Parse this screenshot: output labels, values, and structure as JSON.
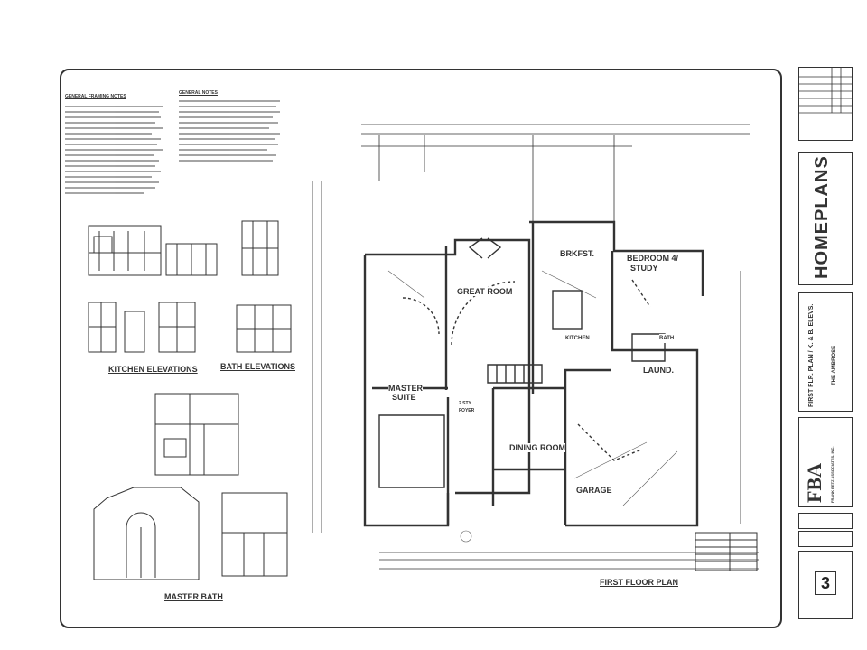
{
  "notes": {
    "framing_title": "GENERAL FRAMING NOTES",
    "general_title": "GENERAL NOTES"
  },
  "sheet_labels": {
    "kitchen_elevations": "KITCHEN ELEVATIONS",
    "bath_elevations": "BATH ELEVATIONS",
    "master_bath": "MASTER BATH",
    "first_floor_plan": "FIRST FLOOR PLAN"
  },
  "rooms": {
    "great_room": "GREAT ROOM",
    "brkfst": "BRKFST.",
    "bedroom_line1": "BEDROOM 4/",
    "bedroom_line2": "STUDY",
    "master_line1": "MASTER",
    "master_line2": "SUITE",
    "dining": "DINING ROOM",
    "garage": "GARAGE",
    "laund": "LAUND.",
    "bath": "BATH",
    "kitchen": "KITCHEN",
    "foyer_line1": "2 STY",
    "foyer_line2": "FOYER"
  },
  "title_block": {
    "brand": "HOMEPLANS",
    "sheet_title": "FIRST FLR. PLAN / K. & B. ELEVS.",
    "project": "THE AMBROSE",
    "firm_logo": "FBA",
    "firm_name": "FRANK BETZ ASSOCIATES, INC.",
    "sheet_number": "3"
  },
  "colors": {
    "ink": "#333333",
    "paper": "#ffffff"
  }
}
